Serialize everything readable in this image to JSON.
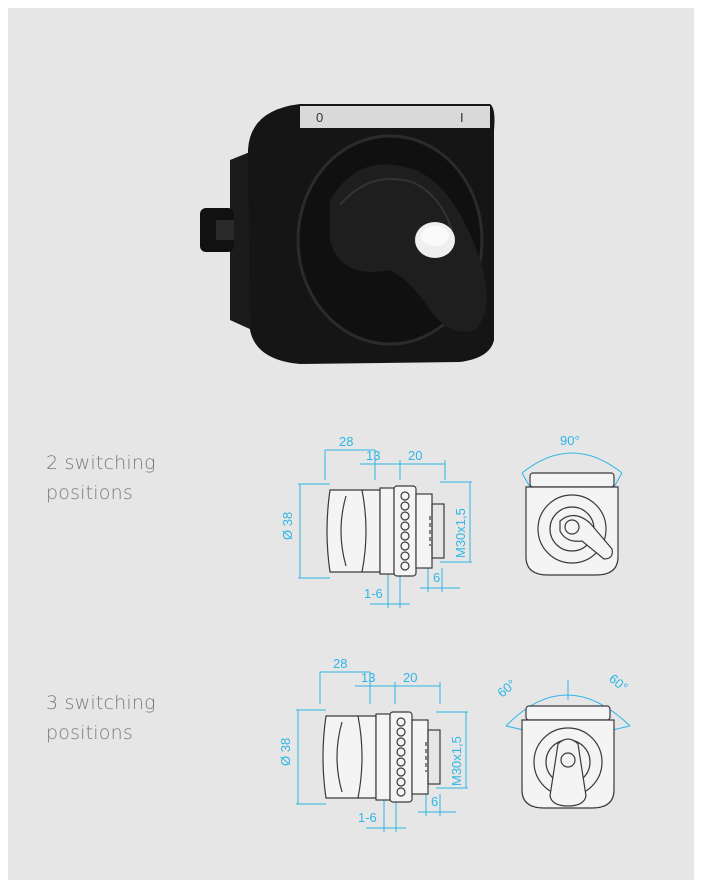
{
  "rows": [
    {
      "label_line1": "2 switching",
      "label_line2": "positions",
      "dims": {
        "d28": "28",
        "d13": "13",
        "d20": "20",
        "d38": "Ø 38",
        "thread": "M30x1,5",
        "d6": "6",
        "d16": "1-6",
        "angle": "90°",
        "angle_left": "",
        "angle_right": ""
      }
    },
    {
      "label_line1": "3 switching",
      "label_line2": "positions",
      "dims": {
        "d28": "28",
        "d13": "13",
        "d20": "20",
        "d38": "Ø 38",
        "thread": "M30x1,5",
        "d6": "6",
        "d16": "1-6",
        "angle": "",
        "angle_left": "60°",
        "angle_right": "60°"
      }
    }
  ],
  "photo": {
    "legend_left": "0",
    "legend_right": "I"
  }
}
